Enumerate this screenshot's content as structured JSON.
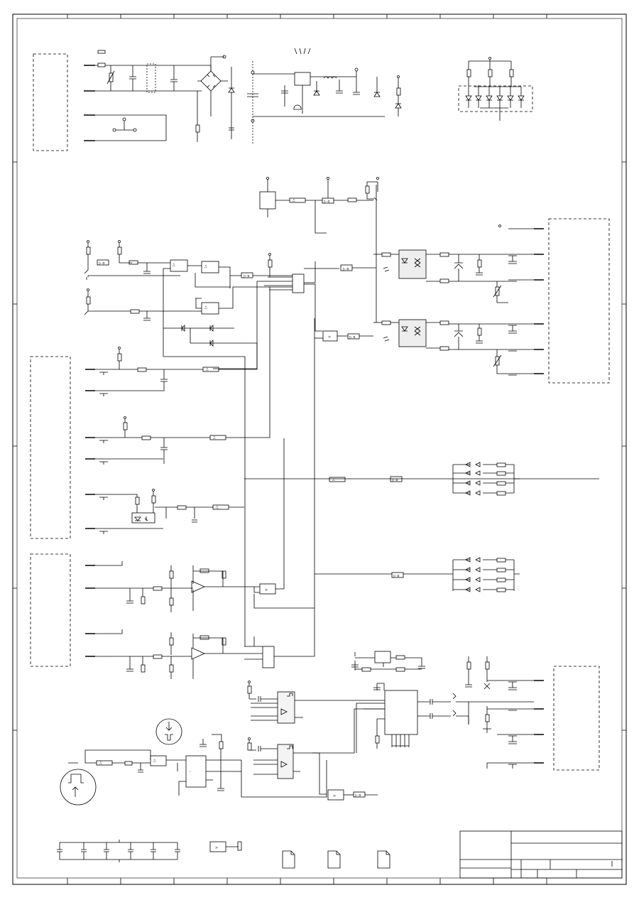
{
  "sheet": {
    "title_block": {
      "rows": [
        "",
        "",
        "",
        ""
      ],
      "sheet_number": ""
    }
  },
  "symbols": {
    "buffer_gate": ">",
    "schmitt_gate": "⎍",
    "opamp": "-"
  },
  "sections": {
    "power_supply": "power-supply-section",
    "led_array": "led-array-section",
    "input_connectors": "input-connector-section",
    "output_triacs": "triac-output-section",
    "analog_inputs": "analog-input-section",
    "timer_osc": "timer-oscillator-section",
    "relay_driver": "relay-driver-section",
    "decoupling": "decoupling-section"
  }
}
